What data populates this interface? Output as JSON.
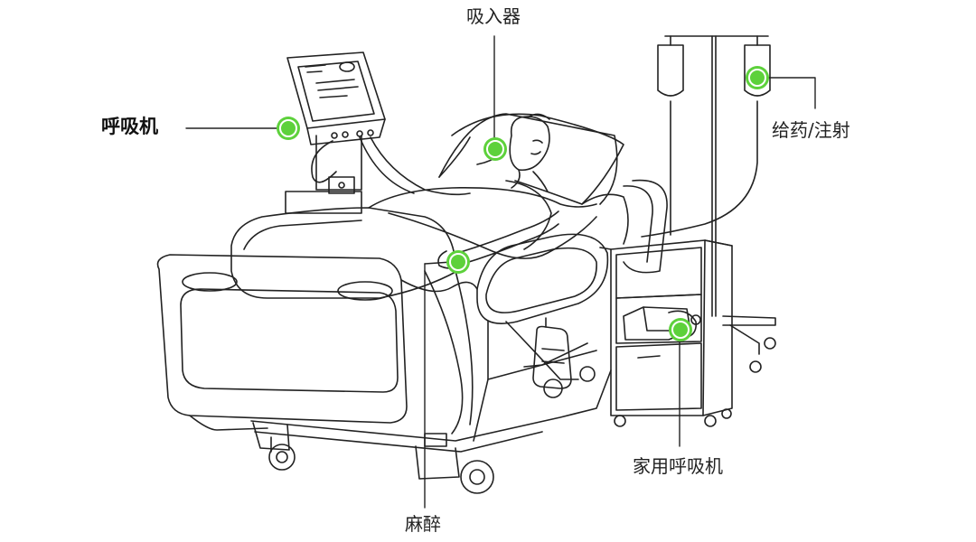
{
  "labels": {
    "ventilator": "呼吸机",
    "inhaler": "吸入器",
    "medication_injection": "给药/注射",
    "home_ventilator": "家用呼吸机",
    "anesthesia": "麻醉"
  },
  "colors": {
    "marker_green": "#5dd13b",
    "marker_ring": "#ffffff",
    "line": "#222222",
    "bg": "#ffffff"
  },
  "icons": {
    "marker": "green-target-dot-icon"
  }
}
